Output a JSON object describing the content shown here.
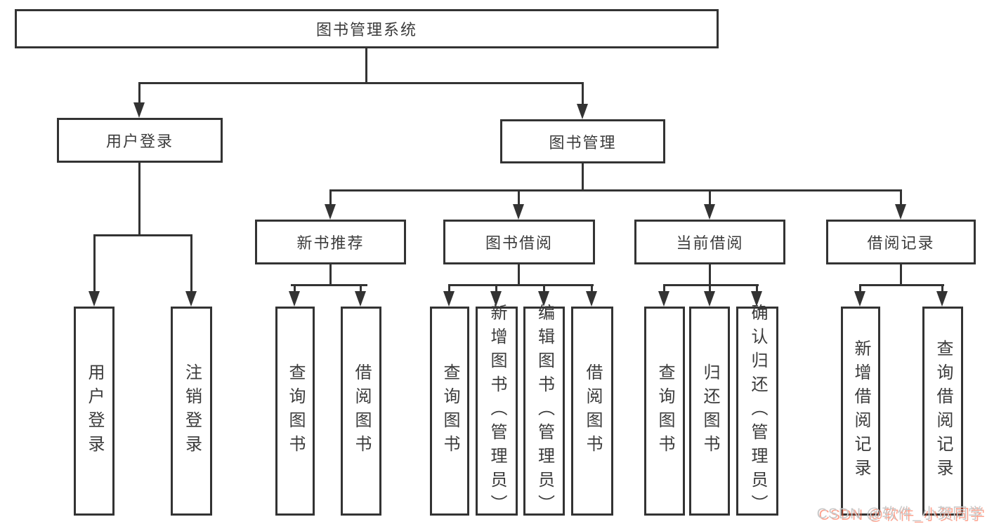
{
  "colors": {
    "line": "#333333",
    "text": "#3b3b3b",
    "background": "#ffffff",
    "watermark_gray": "#c9c9c9",
    "watermark_red": "#fc5531"
  },
  "diagram": {
    "root": {
      "label": "图书管理系统"
    },
    "level2": [
      {
        "label": "用户登录"
      },
      {
        "label": "图书管理"
      }
    ],
    "level3": [
      {
        "label": "新书推荐",
        "parent": "图书管理"
      },
      {
        "label": "图书借阅",
        "parent": "图书管理"
      },
      {
        "label": "当前借阅",
        "parent": "图书管理"
      },
      {
        "label": "借阅记录",
        "parent": "图书管理"
      }
    ],
    "leaves": [
      {
        "label": "用户登录",
        "parent": "用户登录"
      },
      {
        "label": "注销登录",
        "parent": "用户登录"
      },
      {
        "label": "查询图书",
        "parent": "新书推荐"
      },
      {
        "label": "借阅图书",
        "parent": "新书推荐"
      },
      {
        "label": "查询图书",
        "parent": "图书借阅"
      },
      {
        "label": "新增图书（管理员）",
        "parent": "图书借阅"
      },
      {
        "label": "编辑图书（管理员）",
        "parent": "图书借阅"
      },
      {
        "label": "借阅图书",
        "parent": "图书借阅"
      },
      {
        "label": "查询图书",
        "parent": "当前借阅"
      },
      {
        "label": "归还图书",
        "parent": "当前借阅"
      },
      {
        "label": "确认归还（管理员）",
        "parent": "当前借阅"
      },
      {
        "label": "新增借阅记录",
        "parent": "借阅记录"
      },
      {
        "label": "查询借阅记录",
        "parent": "借阅记录"
      }
    ],
    "watermark": {
      "text": "CSDN @软件_小贺同学"
    }
  }
}
